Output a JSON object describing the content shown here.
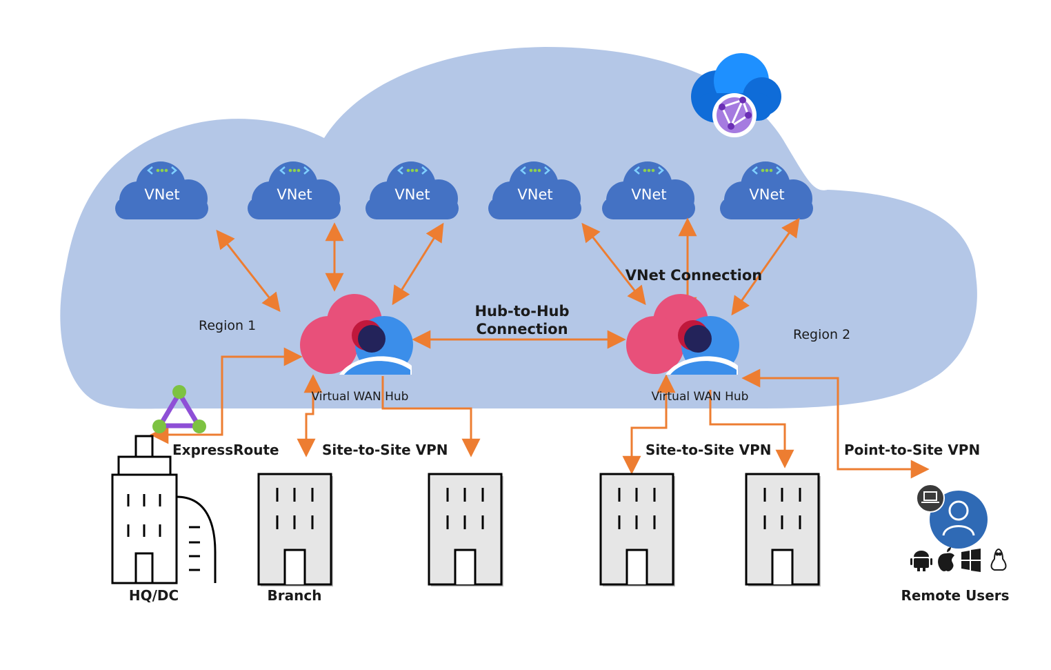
{
  "colors": {
    "cloud_fill": "#b4c7e7",
    "vnet_fill": "#4472c4",
    "arrow": "#ed7d31",
    "hub_red": "#e8507a",
    "hub_dark_red": "#c0183c",
    "hub_blue": "#3b8eea",
    "hub_navy": "#23235a",
    "building_fill": "#e6e6e6",
    "expressroute_green": "#7dc242",
    "expressroute_purple": "#8e4fd6",
    "user_circle": "#2f6ab5"
  },
  "vnets": [
    {
      "label": "VNet"
    },
    {
      "label": "VNet"
    },
    {
      "label": "VNet"
    },
    {
      "label": "VNet"
    },
    {
      "label": "VNet"
    },
    {
      "label": "VNet"
    }
  ],
  "regions": {
    "region1": "Region 1",
    "region2": "Region 2"
  },
  "hubs": [
    {
      "label": "Virtual WAN Hub"
    },
    {
      "label": "Virtual WAN Hub"
    }
  ],
  "connections": {
    "hub_to_hub_line1": "Hub-to-Hub",
    "hub_to_hub_line2": "Connection",
    "vnet_connection": "VNet Connection",
    "expressroute": "ExpressRoute",
    "s2s_left": "Site-to-Site VPN",
    "s2s_right": "Site-to-Site VPN",
    "p2s": "Point-to-Site VPN"
  },
  "sites": {
    "hq": "HQ/DC",
    "branch": "Branch",
    "remote_users": "Remote Users"
  },
  "icons": {
    "azure_vwan": "virtual-wan-cloud-icon",
    "vnet": "vnet-icon",
    "hub": "virtual-wan-hub-icon",
    "expressroute": "expressroute-icon",
    "building": "building-icon",
    "laptop": "laptop-icon",
    "user": "user-icon",
    "os": [
      "android-icon",
      "apple-icon",
      "windows-icon",
      "linux-icon"
    ]
  }
}
